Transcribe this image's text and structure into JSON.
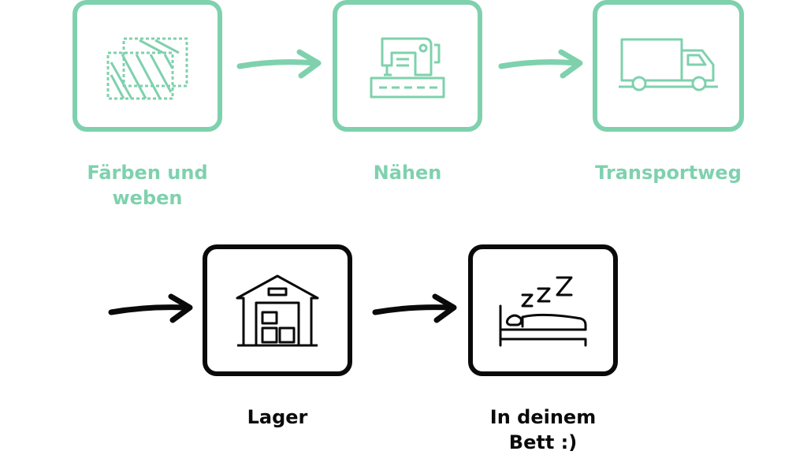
{
  "steps": [
    {
      "label": "Färben und\nweben",
      "icon": "fabric-icon"
    },
    {
      "label": "Nähen",
      "icon": "sewing-machine-icon"
    },
    {
      "label": "Transportweg",
      "icon": "truck-icon"
    },
    {
      "label": "Lager",
      "icon": "warehouse-icon"
    },
    {
      "label": "In deinem\nBett :)",
      "icon": "bed-sleeping-icon"
    }
  ],
  "colors": {
    "accent": "#7fd1ae",
    "dark": "#0a0a0a"
  }
}
